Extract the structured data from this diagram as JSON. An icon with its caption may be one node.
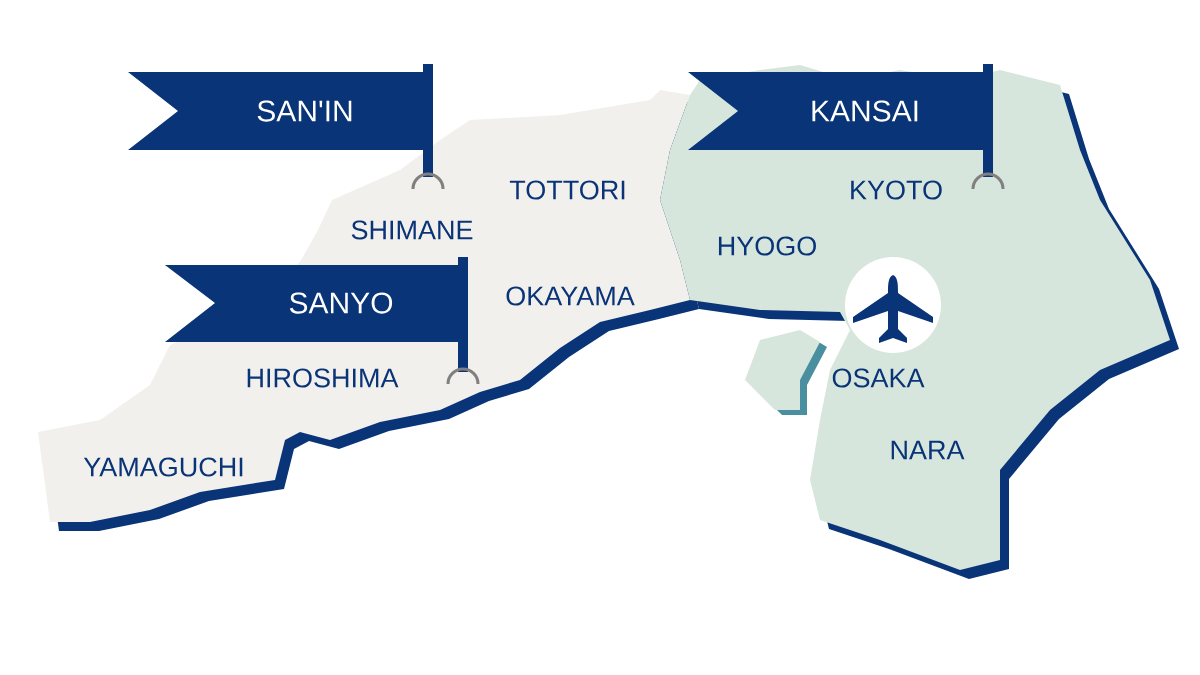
{
  "diagram": {
    "nodes": [
      {
        "text": [
          "SAN'IN"
        ]
      },
      {
        "text": [
          "KANSAI"
        ]
      },
      {
        "text": [
          "SANYO"
        ]
      }
    ],
    "labels": [
      "TOTTORI",
      "KYOTO",
      "SHIMANE",
      "HYOGO",
      "OKAYAMA",
      "HIROSHIMA",
      "OSAKA",
      "NARA",
      "YAMAGUCHI"
    ]
  }
}
